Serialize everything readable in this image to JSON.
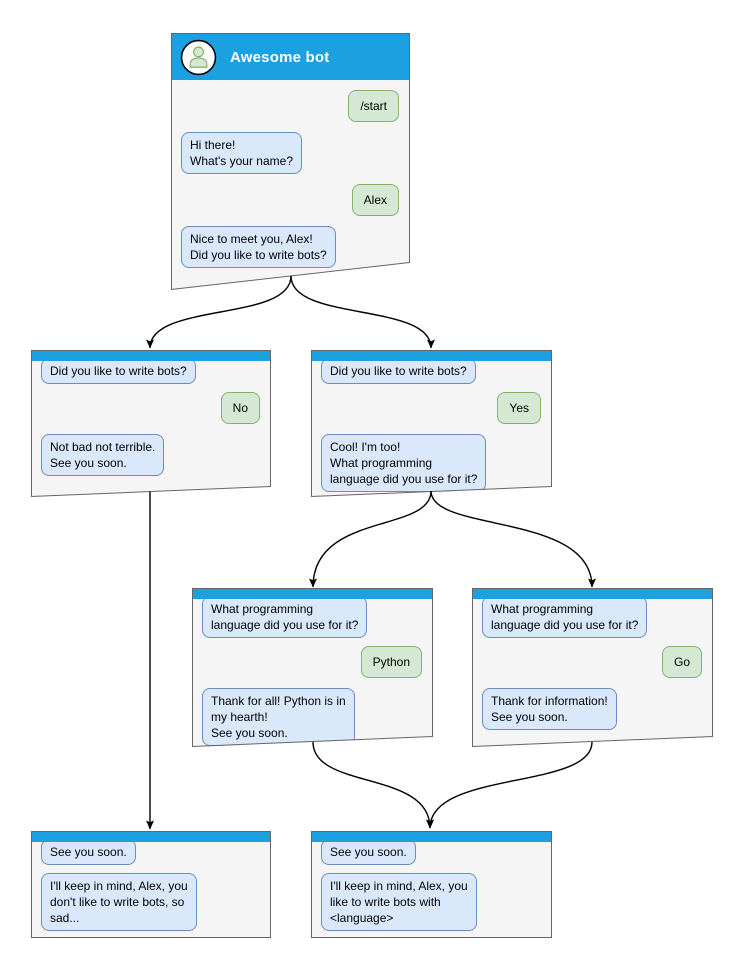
{
  "diagram": {
    "kind": "chatbot-conversation-flow",
    "colors": {
      "titlebar_blue": "#1ba1e2",
      "window_bg": "#f5f5f5",
      "window_border": "#666666",
      "bot_bubble_bg": "#dae8fc",
      "bot_bubble_border": "#6c8ebf",
      "user_bubble_bg": "#d5e8d4",
      "user_bubble_border": "#82b366",
      "connector": "#000000"
    },
    "windows": {
      "root": {
        "title": "Awesome bot",
        "avatar": "user-icon",
        "messages": [
          {
            "from": "user",
            "text": "/start"
          },
          {
            "from": "bot",
            "text": "Hi there!\nWhat's your name?"
          },
          {
            "from": "user",
            "text": "Alex"
          },
          {
            "from": "bot",
            "text": "Nice to meet you, Alex!\nDid you like to write bots?"
          }
        ]
      },
      "no_branch": {
        "messages": [
          {
            "from": "bot",
            "text": "Did you like to write bots?"
          },
          {
            "from": "user",
            "text": "No"
          },
          {
            "from": "bot",
            "text": "Not bad not terrible.\nSee you soon."
          }
        ]
      },
      "yes_branch": {
        "messages": [
          {
            "from": "bot",
            "text": "Did you like to write bots?"
          },
          {
            "from": "user",
            "text": "Yes"
          },
          {
            "from": "bot",
            "text": "Cool! I'm too!\nWhat programming\nlanguage did you use for it?"
          }
        ]
      },
      "python_branch": {
        "messages": [
          {
            "from": "bot",
            "text": "What programming\nlanguage did you use for it?"
          },
          {
            "from": "user",
            "text": "Python"
          },
          {
            "from": "bot",
            "text": "Thank for all! Python is in\nmy hearth!\nSee you soon."
          }
        ]
      },
      "go_branch": {
        "messages": [
          {
            "from": "bot",
            "text": "What programming\nlanguage did you use for it?"
          },
          {
            "from": "user",
            "text": "Go"
          },
          {
            "from": "bot",
            "text": "Thank for information!\nSee you soon."
          }
        ]
      },
      "end_no": {
        "messages": [
          {
            "from": "bot",
            "text": "See you soon."
          },
          {
            "from": "bot",
            "text": "I'll keep in mind, Alex, you\ndon't like to write bots, so\nsad..."
          }
        ]
      },
      "end_yes": {
        "messages": [
          {
            "from": "bot",
            "text": "See you soon."
          },
          {
            "from": "bot",
            "text": "I'll keep in mind, Alex, you\nlike to write bots with\n<language>"
          }
        ]
      }
    },
    "edges": [
      {
        "from": "root",
        "to": "no_branch"
      },
      {
        "from": "root",
        "to": "yes_branch"
      },
      {
        "from": "yes_branch",
        "to": "python_branch"
      },
      {
        "from": "yes_branch",
        "to": "go_branch"
      },
      {
        "from": "no_branch",
        "to": "end_no"
      },
      {
        "from": "python_branch",
        "to": "end_yes"
      },
      {
        "from": "go_branch",
        "to": "end_yes"
      }
    ]
  }
}
